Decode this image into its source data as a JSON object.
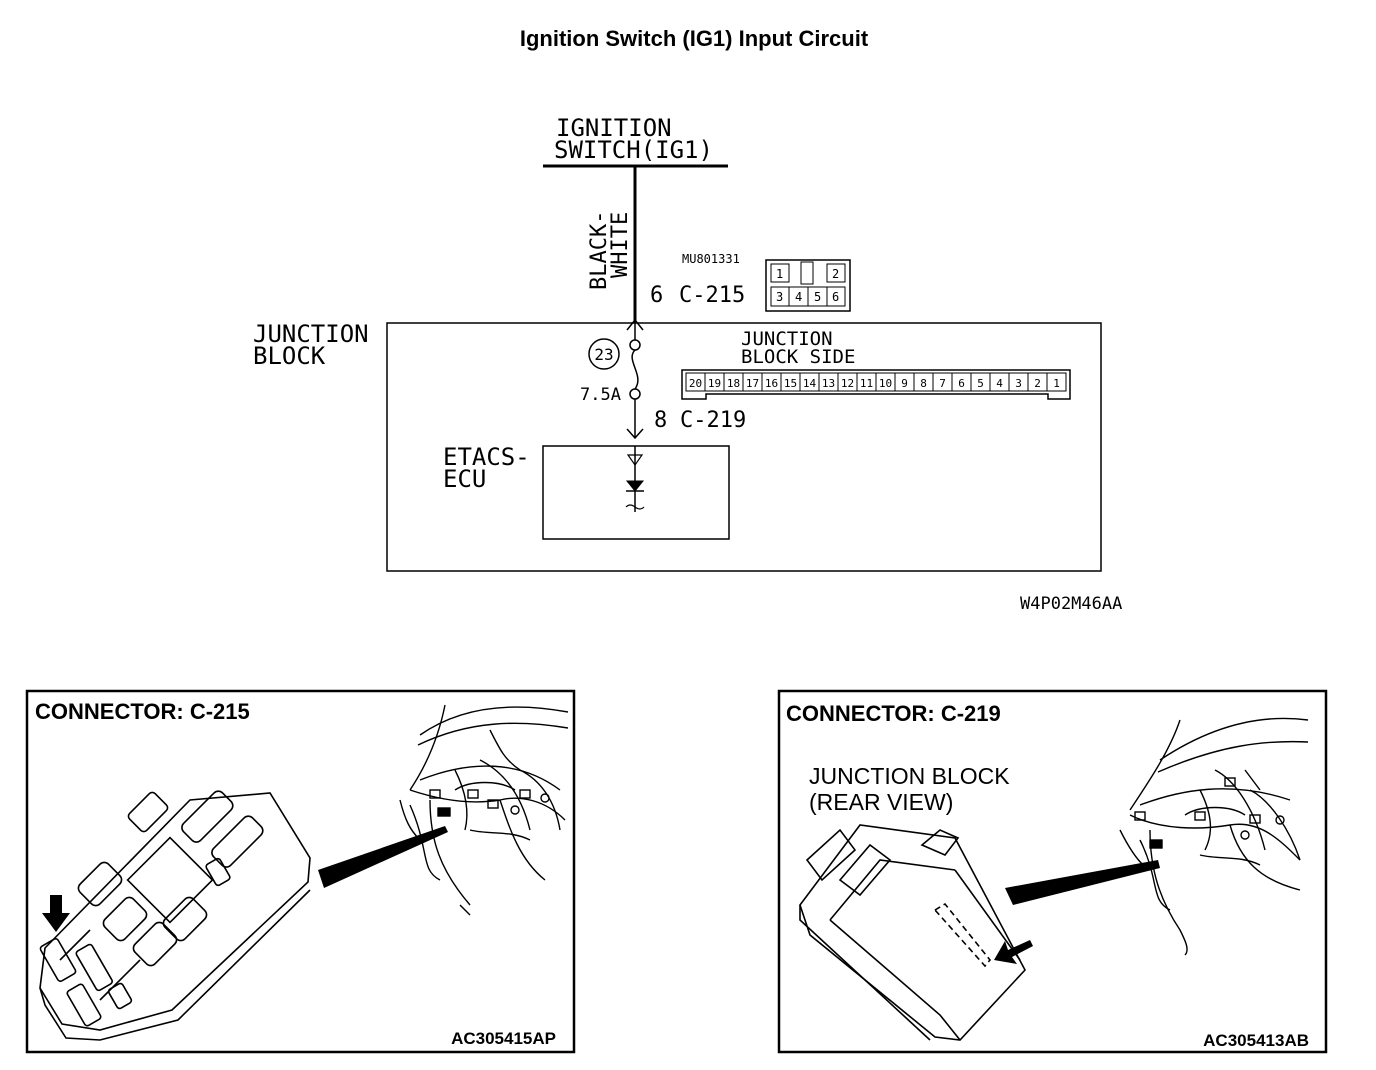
{
  "title": "Ignition Switch (IG1) Input Circuit",
  "schematic": {
    "ignition_switch": [
      "IGNITION",
      "SWITCH(IG1)"
    ],
    "wire_color": [
      "BLACK-",
      "WHITE"
    ],
    "part_number": "MU801331",
    "c215_pin": "6",
    "c215_label": "C-215",
    "c215_pins_top": [
      "1",
      "2"
    ],
    "c215_pins_bottom": [
      "3",
      "4",
      "5",
      "6"
    ],
    "junction_block": [
      "JUNCTION",
      "BLOCK"
    ],
    "jb_side": [
      "JUNCTION",
      "BLOCK SIDE"
    ],
    "jb_pins": [
      "20",
      "19",
      "18",
      "17",
      "16",
      "15",
      "14",
      "13",
      "12",
      "11",
      "10",
      "9",
      "8",
      "7",
      "6",
      "5",
      "4",
      "3",
      "2",
      "1"
    ],
    "fuse_number": "23",
    "fuse_rating": "7.5A",
    "c219_pin": "8",
    "c219_label": "C-219",
    "etacs": [
      "ETACS-",
      "ECU"
    ],
    "code": "W4P02M46AA"
  },
  "panel_left": {
    "header": "CONNECTOR: C-215",
    "code": "AC305415AP"
  },
  "panel_right": {
    "header": "CONNECTOR: C-219",
    "caption": [
      "JUNCTION BLOCK",
      "(REAR VIEW)"
    ],
    "code": "AC305413AB"
  }
}
